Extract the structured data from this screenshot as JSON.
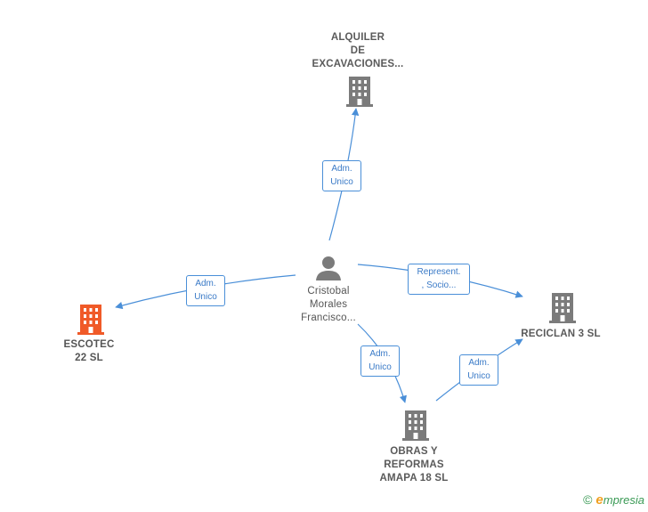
{
  "nodes": {
    "alquiler": {
      "label": "ALQUILER\nDE\nEXCAVACIONES..."
    },
    "person": {
      "label": "Cristobal\nMorales\nFrancisco..."
    },
    "escotec": {
      "label": "ESCOTEC\n22  SL"
    },
    "reciclan": {
      "label": "RECICLAN 3 SL"
    },
    "obras": {
      "label": "OBRAS Y\nREFORMAS\nAMAPA 18  SL"
    }
  },
  "edges": {
    "to_alquiler": {
      "line1": "Adm.",
      "line2": "Unico"
    },
    "to_escotec": {
      "line1": "Adm.",
      "line2": "Unico"
    },
    "to_reciclan": {
      "line1": "Represent.",
      "line2": ", Socio..."
    },
    "to_obras": {
      "line1": "Adm.",
      "line2": "Unico"
    },
    "obras_to_reciclan": {
      "line1": "Adm.",
      "line2": "Unico"
    }
  },
  "colors": {
    "edge": "#4a8fd8",
    "building": "#7b7b7b",
    "building_highlight": "#f05a28",
    "person": "#7b7b7b"
  },
  "icons": {
    "company": "building-icon",
    "person": "person-icon"
  },
  "footer": {
    "copyright": "©",
    "brand_initial": "e",
    "brand_rest": "mpresia"
  }
}
